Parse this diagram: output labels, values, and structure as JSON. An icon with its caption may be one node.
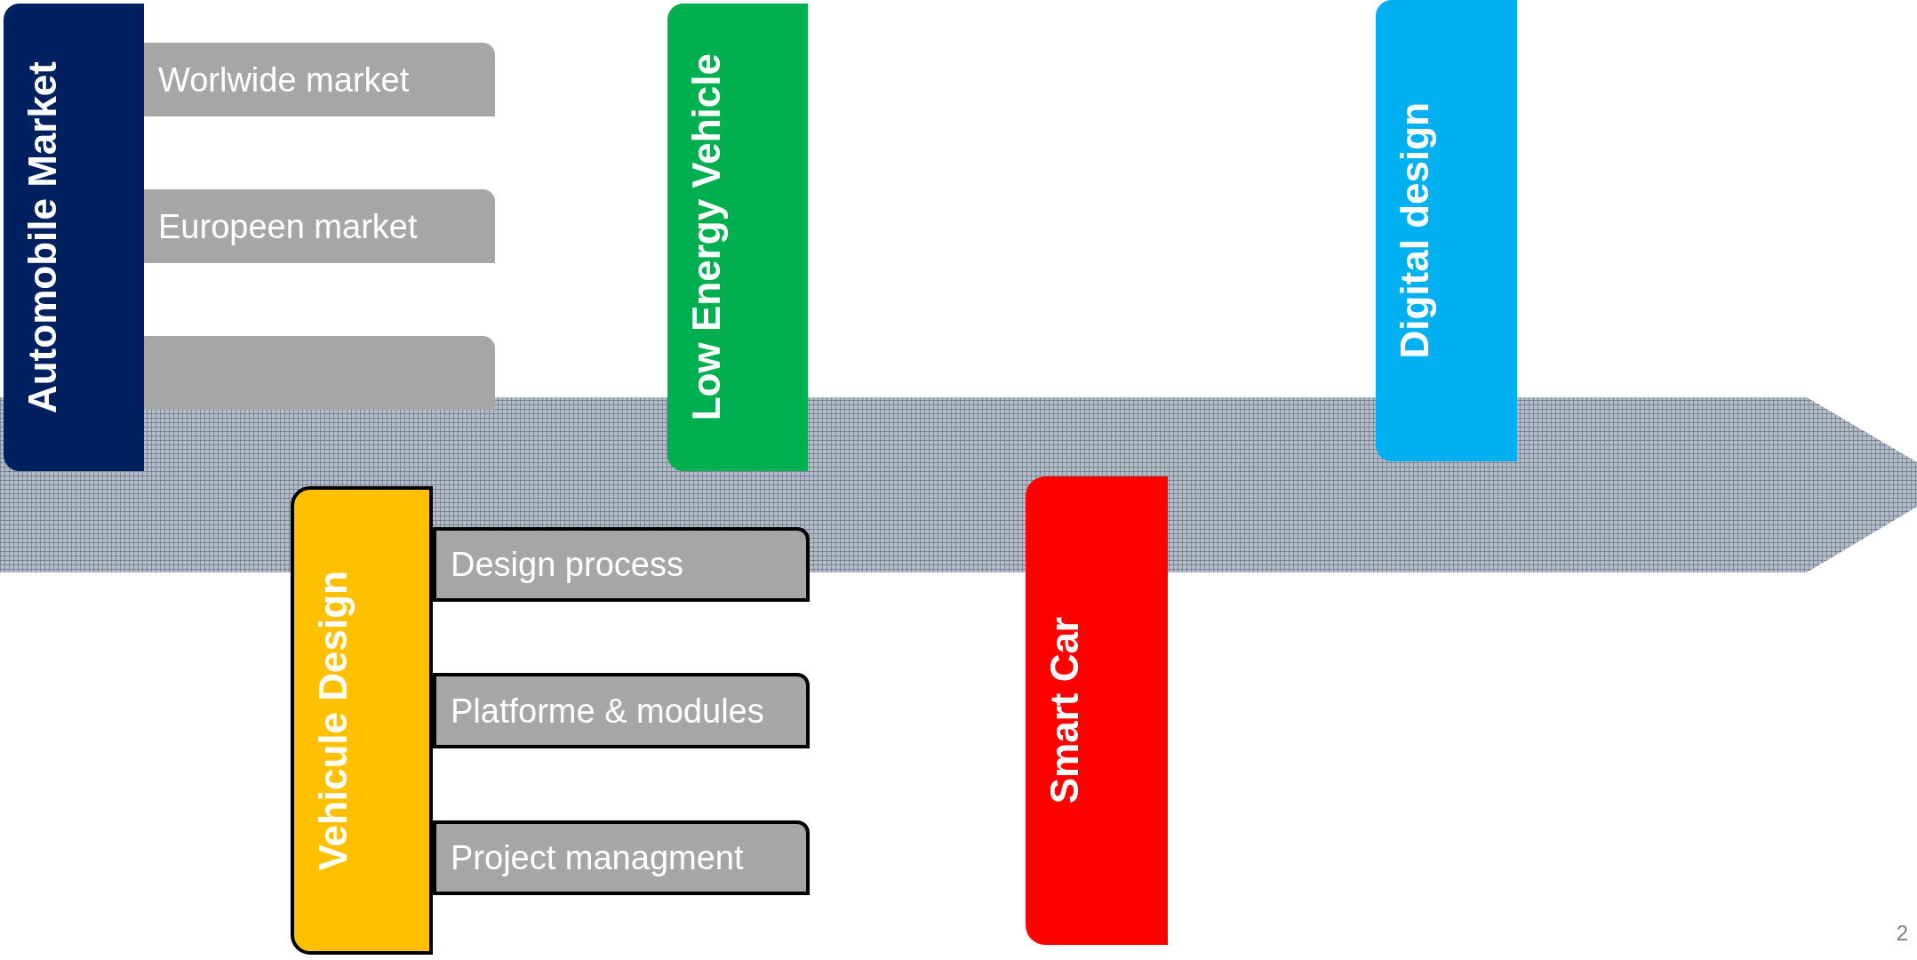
{
  "diagram": {
    "nodes": [
      {
        "text": [
          "Automobile Market"
        ]
      },
      {
        "text": [
          "Worlwide market"
        ]
      },
      {
        "text": [
          "Europeen market"
        ]
      },
      {
        "text": [],
        "shape": "box"
      },
      {
        "text": [
          "Low Energy Vehicle"
        ]
      },
      {
        "text": [
          "Digital design"
        ]
      },
      {
        "text": [
          "Vehicule Design"
        ]
      },
      {
        "text": [
          "Design process"
        ]
      },
      {
        "text": [
          "Platforme & modules"
        ]
      },
      {
        "text": [
          "Project managment"
        ]
      },
      {
        "text": [
          "Smart Car"
        ]
      }
    ],
    "labels": [
      "2"
    ]
  }
}
